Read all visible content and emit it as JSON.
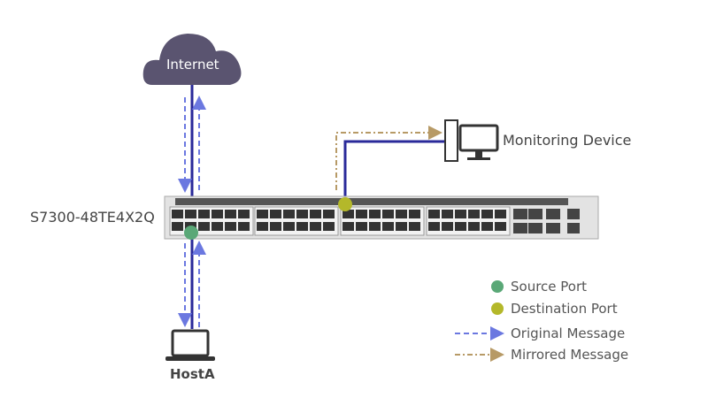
{
  "nodes": {
    "internet": "Internet",
    "switch": "S7300-48TE4X2Q",
    "monitor": "Monitoring Device",
    "host": "HostA"
  },
  "legend": [
    {
      "label": "Source Port",
      "color": "#5aa877",
      "type": "dot"
    },
    {
      "label": "Destination Port",
      "color": "#b4b82a",
      "type": "dot"
    },
    {
      "label": "Original Message",
      "color": "#6b78e0",
      "type": "dashed-arrow"
    },
    {
      "label": "Mirrored Message",
      "color": "#b79a66",
      "type": "dashdot-arrow"
    }
  ],
  "colors": {
    "solid_link": "#2a2a9a",
    "cloud": "#5a5470"
  }
}
